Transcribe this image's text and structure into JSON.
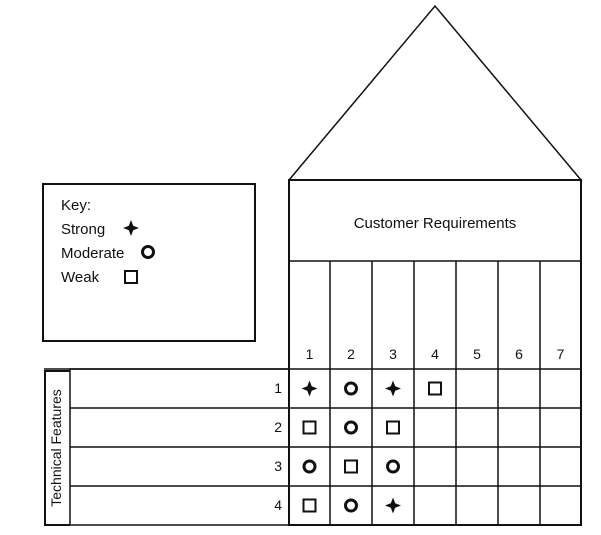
{
  "key": {
    "title": "Key:",
    "items": [
      {
        "label": "Strong",
        "symbol": "strong"
      },
      {
        "label": "Moderate",
        "symbol": "moderate"
      },
      {
        "label": "Weak",
        "symbol": "weak"
      }
    ]
  },
  "header": {
    "title": "Customer Requirements"
  },
  "side_label": "Technical Features",
  "columns": [
    "1",
    "2",
    "3",
    "4",
    "5",
    "6",
    "7"
  ],
  "rows": [
    "1",
    "2",
    "3",
    "4"
  ],
  "matrix": [
    [
      "strong",
      "moderate",
      "strong",
      "weak",
      "",
      "",
      ""
    ],
    [
      "weak",
      "moderate",
      "weak",
      "",
      "",
      "",
      ""
    ],
    [
      "moderate",
      "weak",
      "moderate",
      "",
      "",
      "",
      ""
    ],
    [
      "weak",
      "moderate",
      "strong",
      "",
      "",
      "",
      ""
    ]
  ]
}
